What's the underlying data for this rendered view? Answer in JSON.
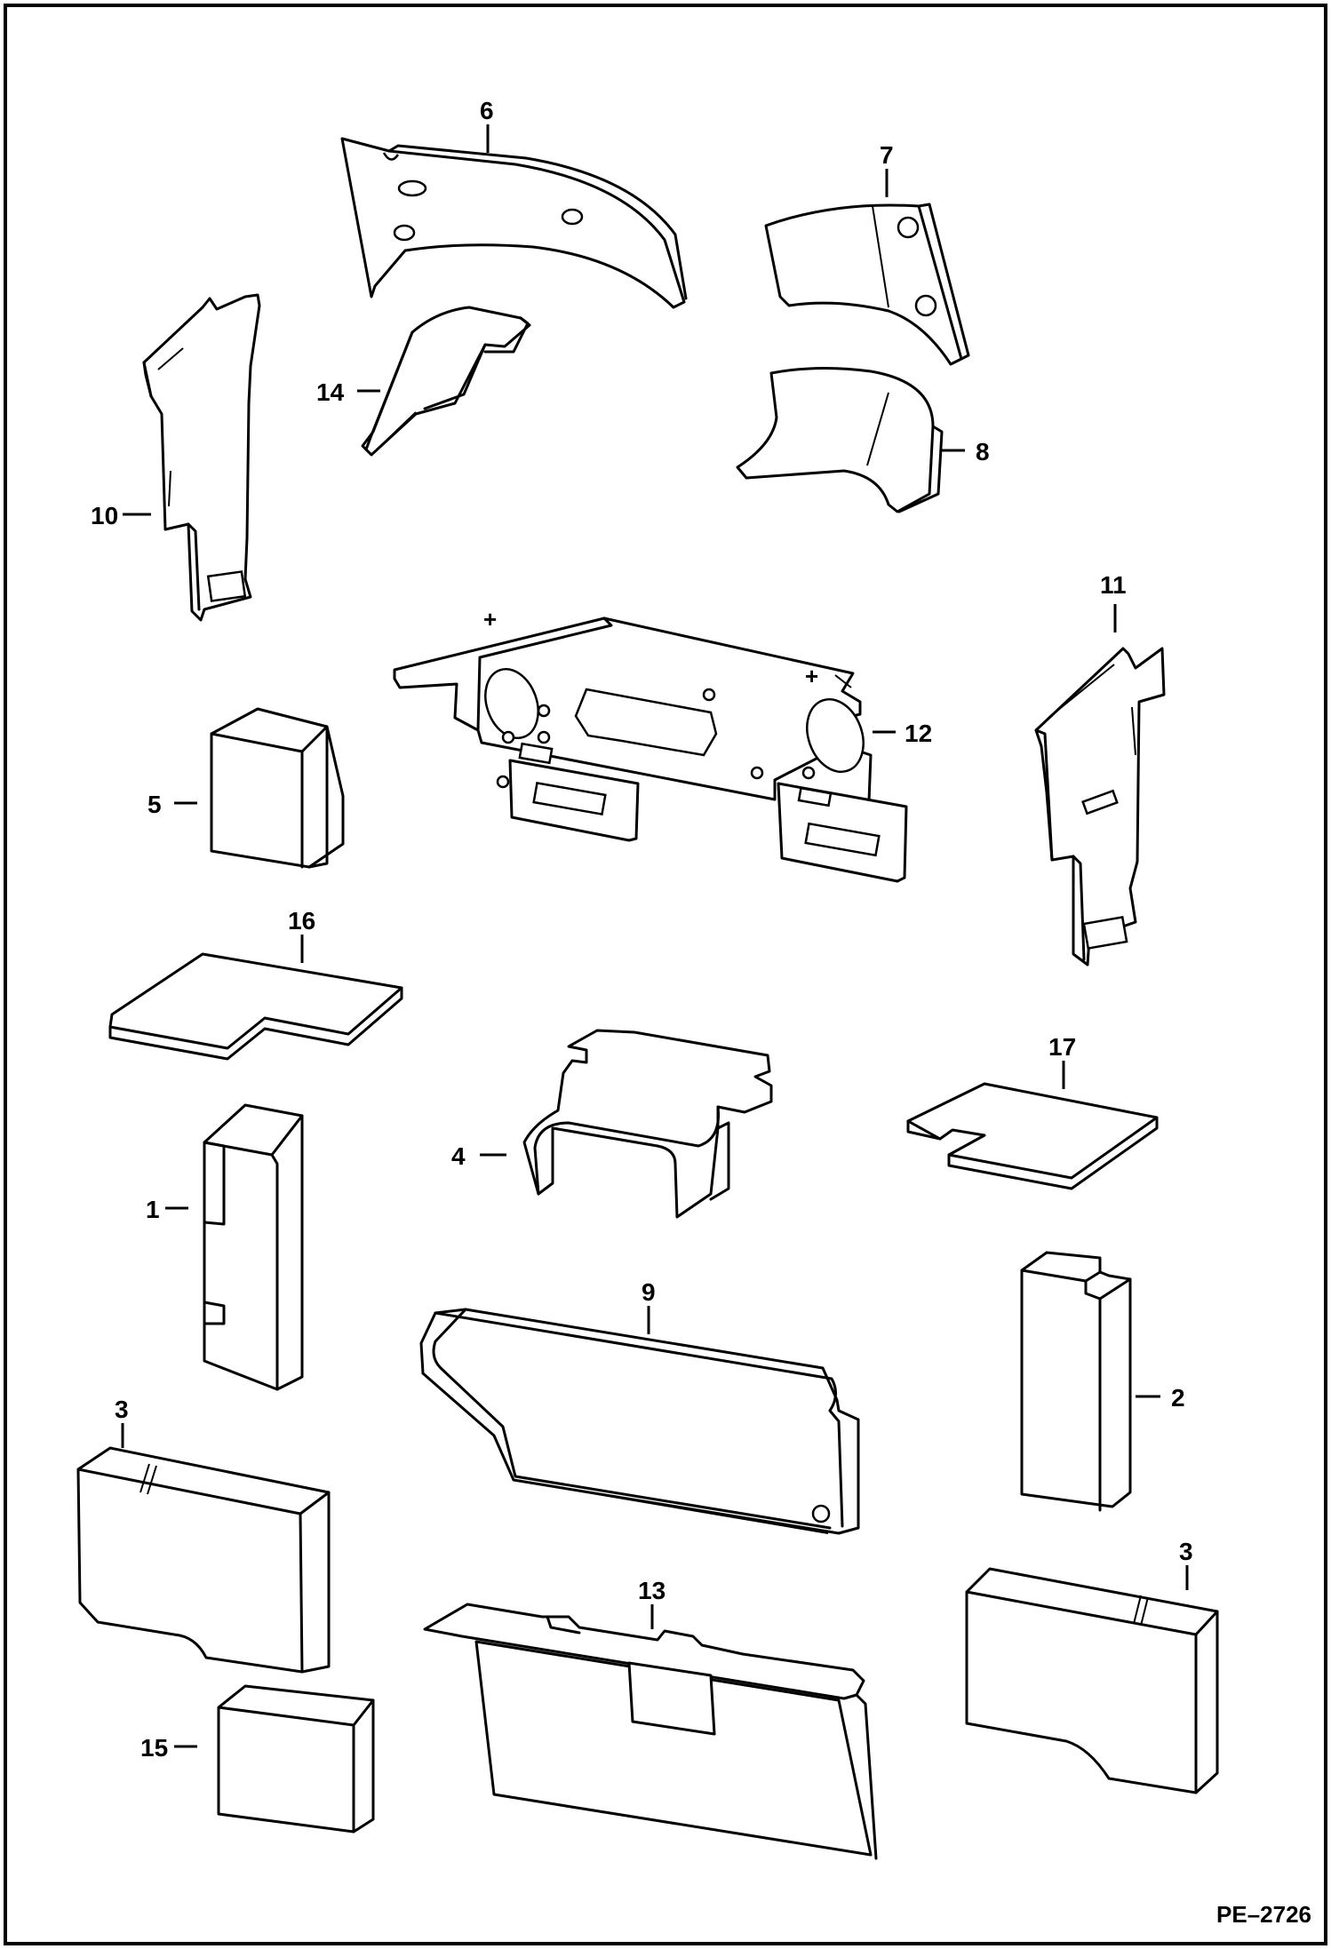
{
  "drawing": {
    "reference_code": "PE–2726",
    "callouts": {
      "c1": "1",
      "c2": "2",
      "c3a": "3",
      "c3b": "3",
      "c4": "4",
      "c5": "5",
      "c6": "6",
      "c7": "7",
      "c8": "8",
      "c9": "9",
      "c10": "10",
      "c11": "11",
      "c12": "12",
      "c13": "13",
      "c14": "14",
      "c15": "15",
      "c16": "16",
      "c17": "17"
    }
  }
}
